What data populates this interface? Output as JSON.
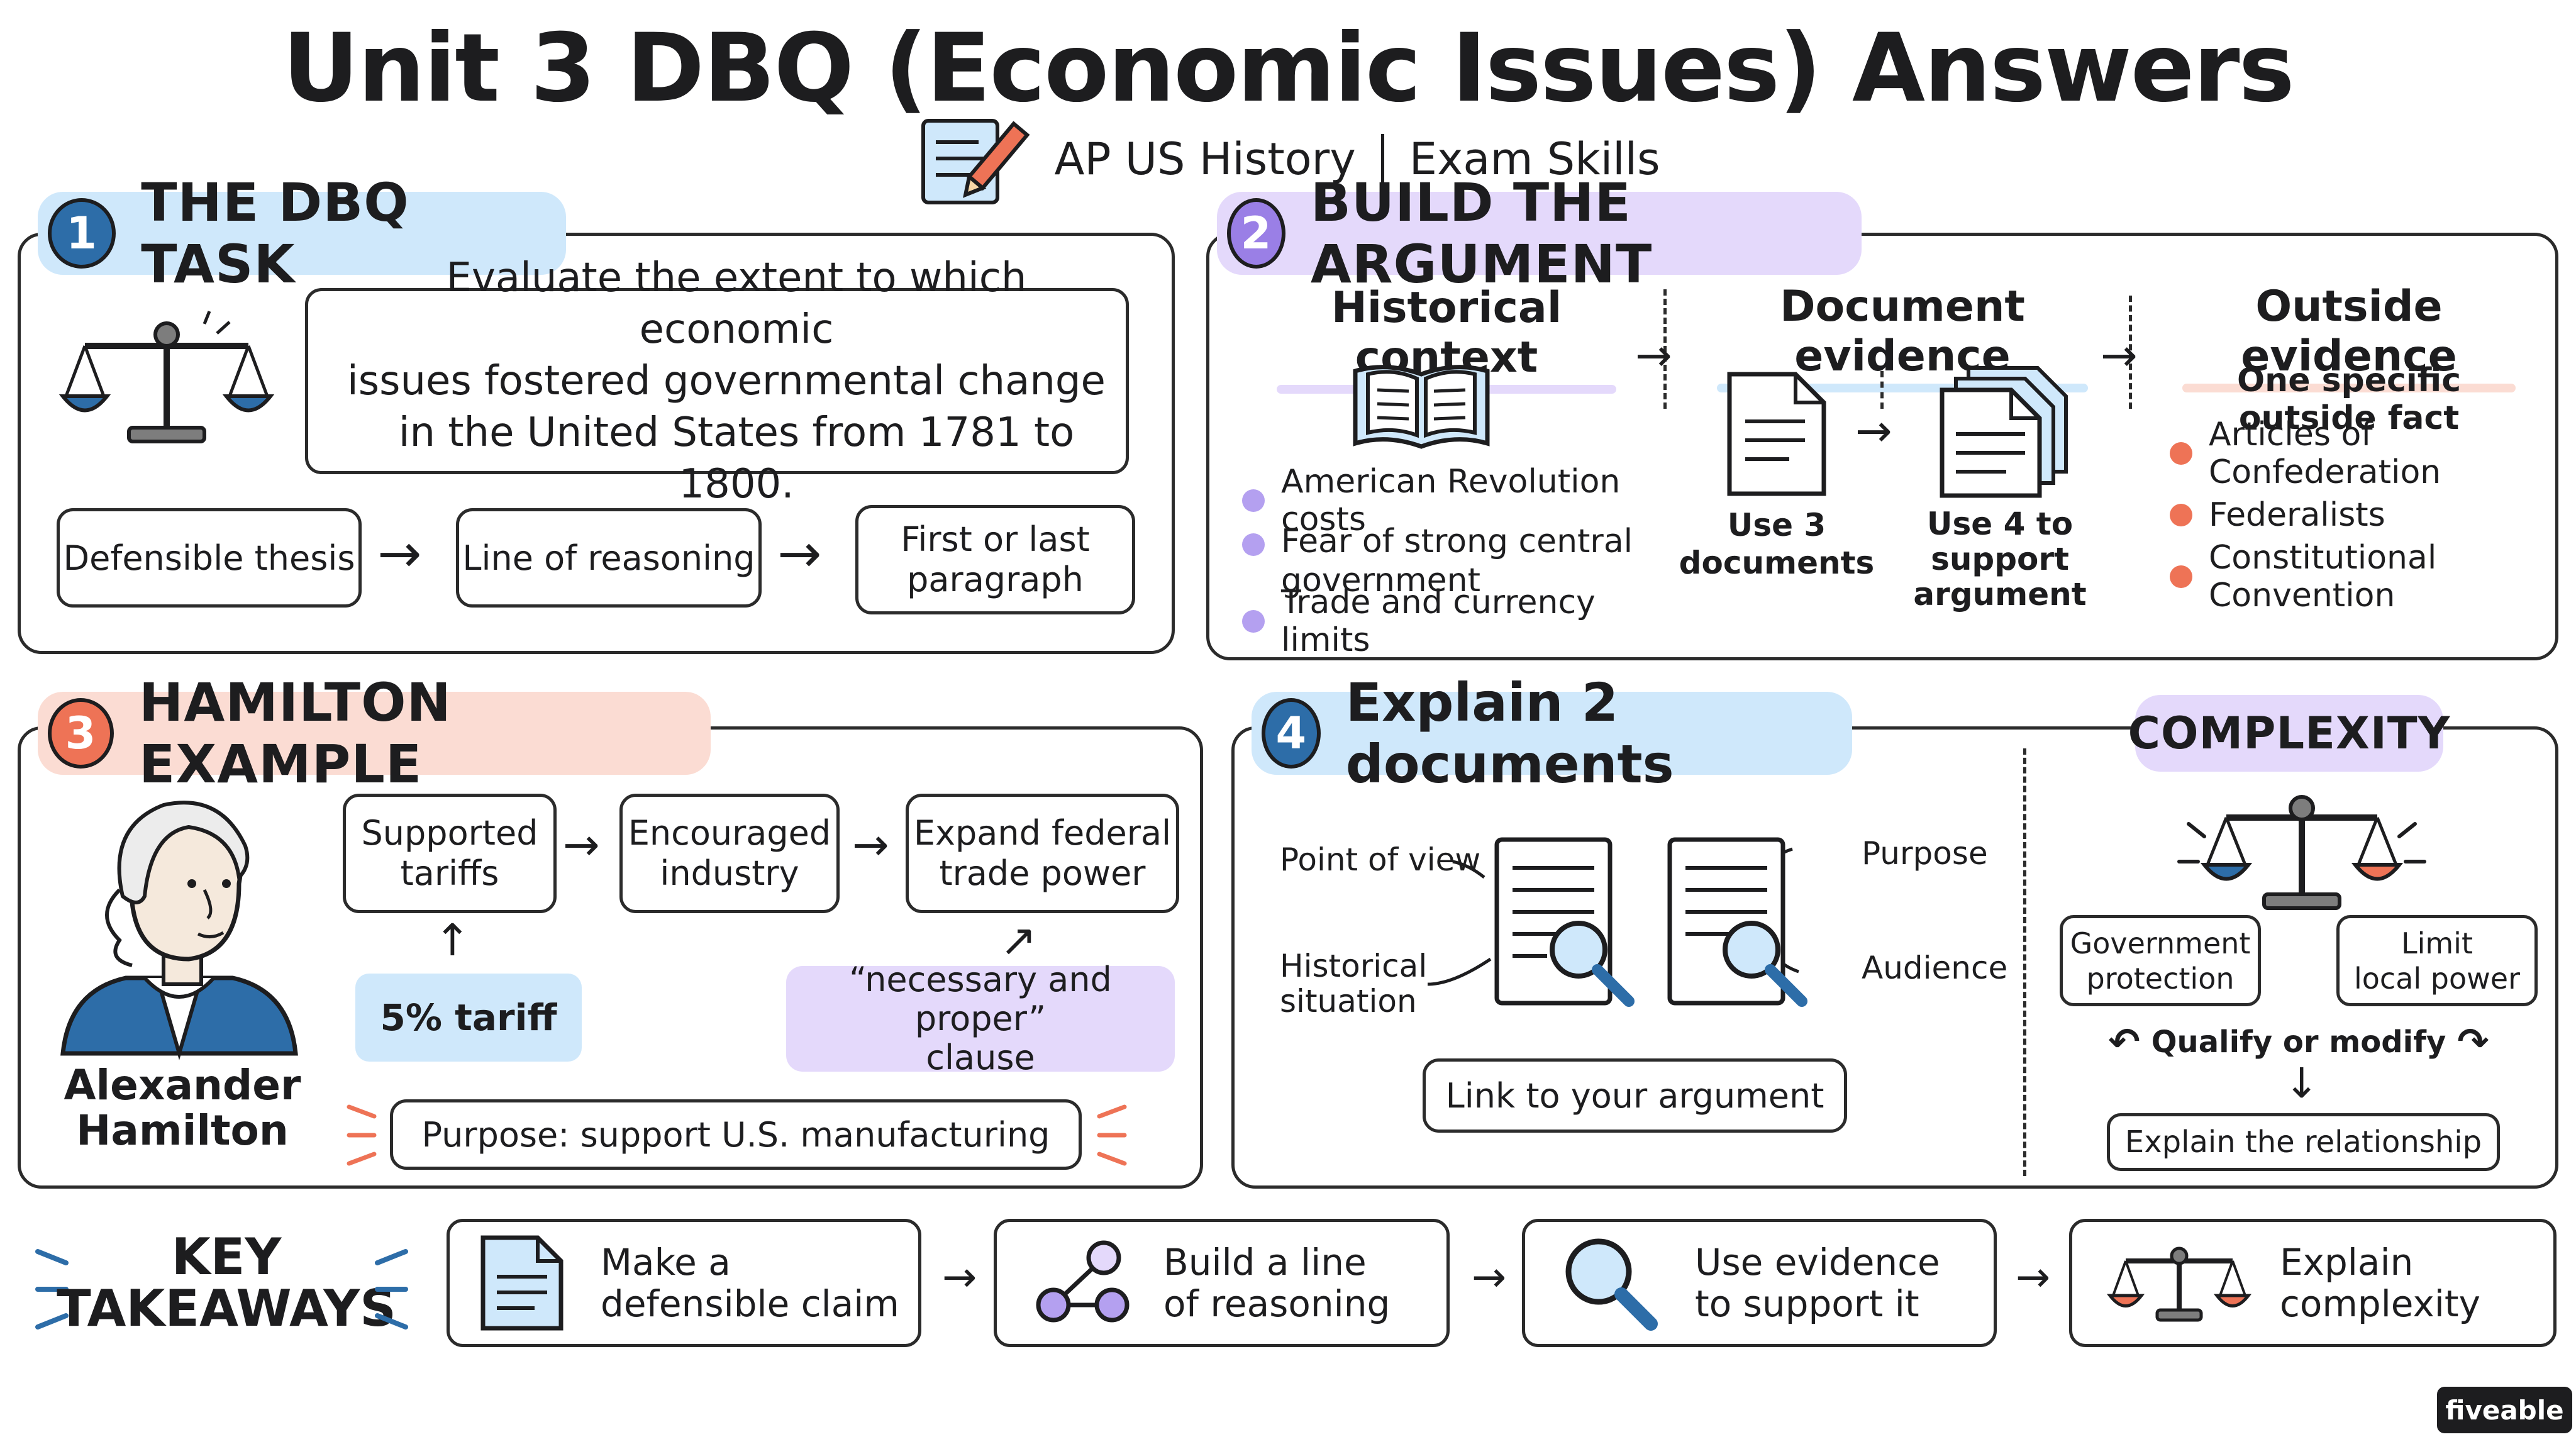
{
  "header": {
    "title": "Unit 3 DBQ (Economic Issues) Answers",
    "course": "AP US History",
    "topic": "Exam Skills"
  },
  "colors": {
    "blue": "#cfe8fb",
    "purple": "#e4d9fb",
    "salmon": "#fbdcd3",
    "blue_dark": "#2d6da8",
    "purple_dark": "#9a7fe6",
    "orange": "#ee7356"
  },
  "section1": {
    "number": "1",
    "title": "THE DBQ TASK",
    "prompt": [
      "Evaluate the extent to which economic",
      "issues fostered governmental change",
      "in the United States from 1781 to 1800."
    ],
    "steps": [
      [
        "Defensible thesis"
      ],
      [
        "Line of reasoning"
      ],
      [
        "First or last",
        "paragraph"
      ]
    ]
  },
  "section2": {
    "number": "2",
    "title": "BUILD THE ARGUMENT",
    "context_heading": "Historical context",
    "context_items": [
      [
        "American Revolution costs"
      ],
      [
        "Fear of strong central",
        "government"
      ],
      [
        "Trade and currency limits"
      ]
    ],
    "doc_heading": "Document evidence",
    "doc_use3": [
      "Use 3",
      "documents"
    ],
    "doc_use4": [
      "Use 4 to",
      "support",
      "argument"
    ],
    "outside_heading": "Outside evidence",
    "outside_sub": "One specific outside fact",
    "outside_items": [
      "Articles of Confederation",
      "Federalists",
      "Constitutional Convention"
    ]
  },
  "section3": {
    "number": "3",
    "title": "HAMILTON EXAMPLE",
    "person": [
      "Alexander",
      "Hamilton"
    ],
    "chain": [
      [
        "Supported",
        "tariffs"
      ],
      [
        "Encouraged",
        "industry"
      ],
      [
        "Expand federal",
        "trade power"
      ]
    ],
    "tariff": "5% tariff",
    "clause": [
      "“necessary and proper”",
      "clause"
    ],
    "purpose": "Purpose: support U.S. manufacturing"
  },
  "section4": {
    "number": "4",
    "title": "Explain 2 documents",
    "labels_left": [
      [
        "Point of view"
      ],
      [
        "Historical",
        "situation"
      ]
    ],
    "labels_right": [
      "Purpose",
      "Audience"
    ],
    "link": "Link to your argument"
  },
  "complexity": {
    "title": "COMPLEXITY",
    "left": [
      "Government",
      "protection"
    ],
    "right": [
      "Limit",
      "local power"
    ],
    "qualify": "Qualify or modify",
    "explain": "Explain the relationship"
  },
  "takeaways": {
    "title": [
      "KEY",
      "TAKEAWAYS"
    ],
    "items": [
      {
        "text": [
          "Make a",
          "defensible claim"
        ],
        "icon": "document-icon"
      },
      {
        "text": [
          "Build a line",
          "of reasoning"
        ],
        "icon": "network-icon"
      },
      {
        "text": [
          "Use evidence",
          "to support it"
        ],
        "icon": "magnifier-icon"
      },
      {
        "text": [
          "Explain",
          "complexity"
        ],
        "icon": "scales-icon"
      }
    ]
  },
  "brand": "fiveable"
}
